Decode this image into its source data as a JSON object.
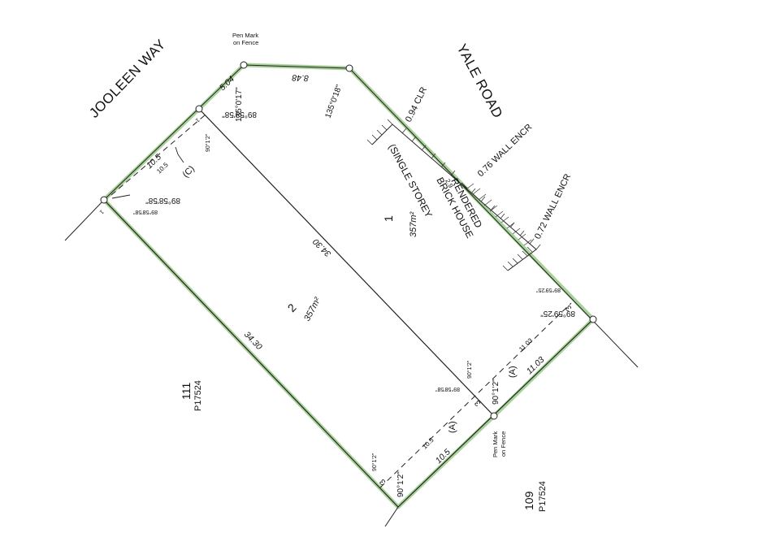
{
  "roads": {
    "jooleen": "JOOLEEN WAY",
    "yale": "YALE ROAD"
  },
  "pen_mark": {
    "line1": "Pen Mark",
    "line2": "on Fence"
  },
  "dims": {
    "d504": "5.04",
    "d848": "8.48",
    "d105": "10.5",
    "d3430": "34.30",
    "d1103": "11.03",
    "d29": "2.9"
  },
  "angles": {
    "a135017": "135°0'17\"",
    "a135018": "135°0'18\"",
    "a895858": "89°58'58\"",
    "a9012": "90°1'2\"",
    "a895925": "89°59'25\""
  },
  "easements": {
    "a": "(A)",
    "c": "(C)"
  },
  "lots": {
    "one": "1",
    "one_area": "357m²",
    "two": {
      "number": "2",
      "area": "357m²"
    },
    "three": "3"
  },
  "house": {
    "line1": "RENDERED",
    "line2": "BRICK HOUSE",
    "line3": "(SINGLE STOREY"
  },
  "notes": {
    "clr": "0.94 CLR",
    "wall076": "0.76 WALL ENCR",
    "wall072": "0.72 WALL ENCR"
  },
  "adjoining": {
    "lot111": {
      "number": "111",
      "plan": "P17524"
    },
    "lot109": {
      "number": "109",
      "plan": "P17524"
    }
  }
}
